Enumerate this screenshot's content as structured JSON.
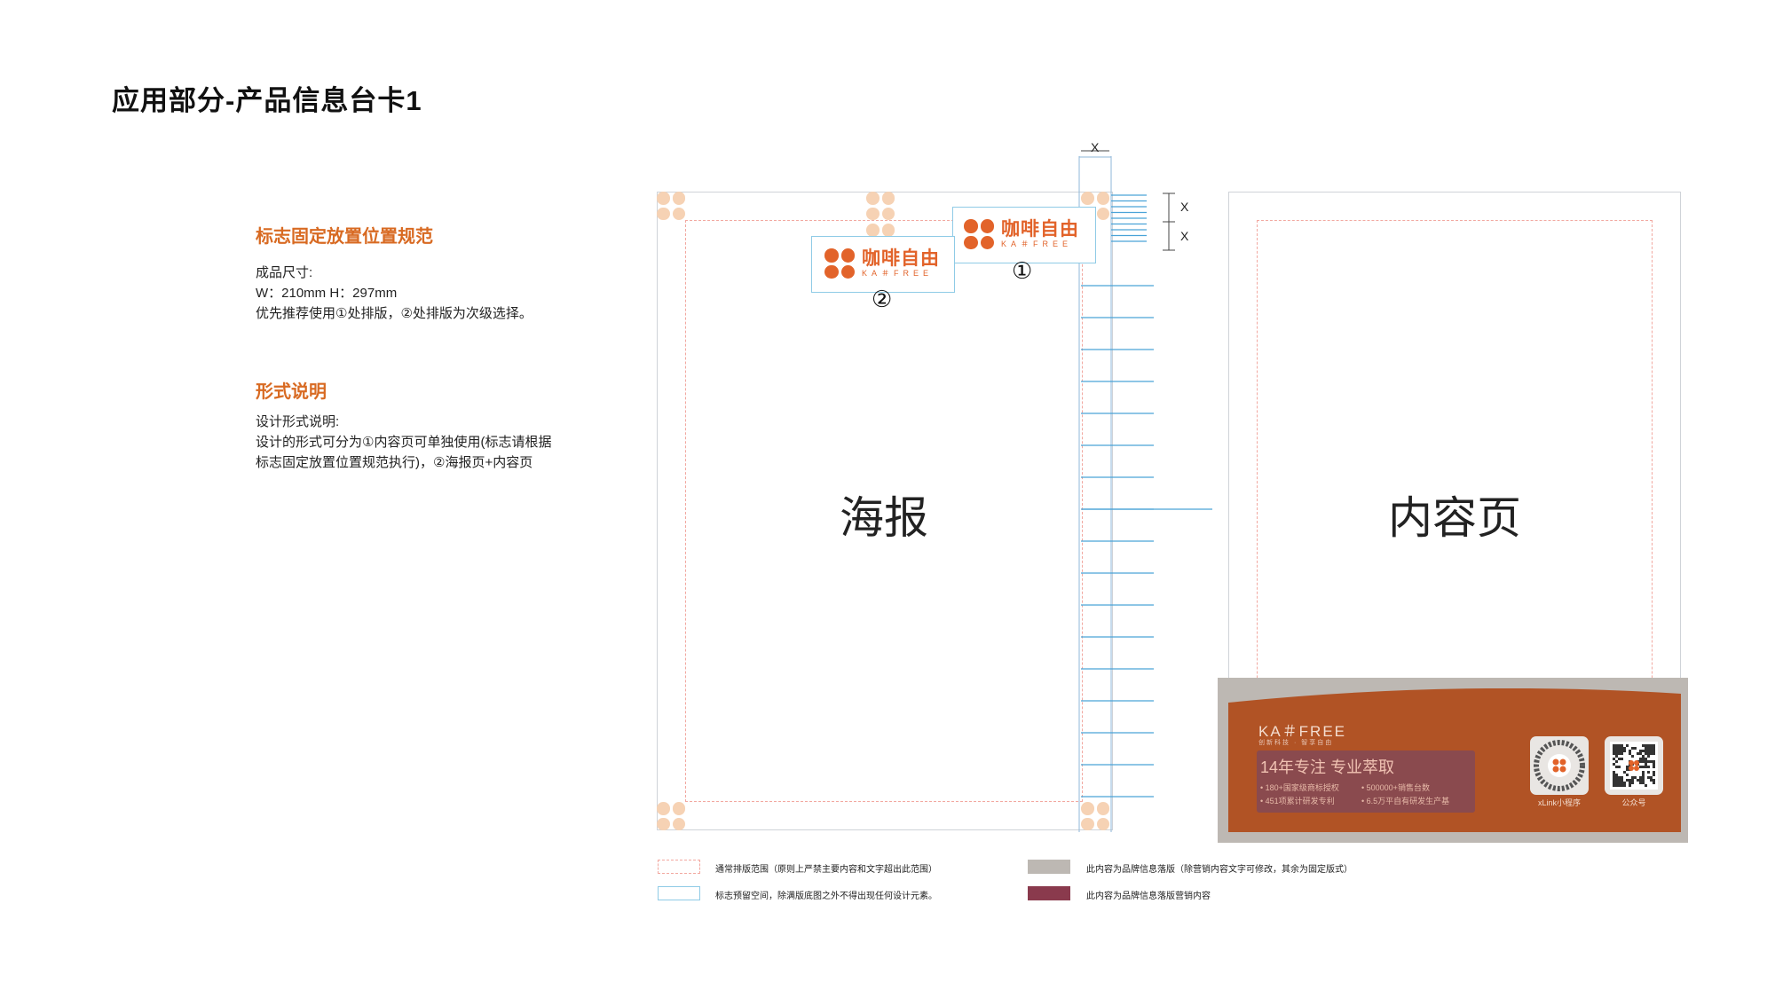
{
  "page": {
    "title": "应用部分-产品信息台卡1"
  },
  "section1": {
    "title": "标志固定放置位置规范",
    "lines": [
      "成品尺寸:",
      "W：210mm    H：297mm",
      "优先推荐使用①处排版，②处排版为次级选择。"
    ]
  },
  "section2": {
    "title": "形式说明",
    "lines": [
      "设计形式说明:",
      "设计的形式可分为①内容页可单独使用(标志请根据",
      "标志固定放置位置规范执行)，②海报页+内容页"
    ]
  },
  "poster": {
    "label": "海报",
    "logo": {
      "cn": "咖啡自由",
      "en": "KA＃FREE"
    },
    "mark1": "①",
    "mark2": "②",
    "x_marks": [
      "X",
      "X",
      "X"
    ]
  },
  "content_page": {
    "label": "内容页",
    "band": {
      "brand": "KA＃FREE",
      "tagline": "创新科技 · 智享自由",
      "headline": "14年专注 专业萃取",
      "bullets": [
        "• 180+国家级商标授权",
        "• 500000+销售台数",
        "• 451项累计研发专利",
        "• 6.5万平自有研发生产基"
      ],
      "qr1_caption": "xLink小程序",
      "qr2_caption": "公众号"
    }
  },
  "legend": {
    "items": [
      {
        "text": "通常排版范围（原则上严禁主要内容和文字超出此范围）",
        "type": "dashed-pink"
      },
      {
        "text": "标志预留空间，除满版底图之外不得出现任何设计元素。",
        "type": "solid-blue"
      },
      {
        "text": "此内容为品牌信息落版（除营销内容文字可修改，其余为固定版式）",
        "type": "fill-gray",
        "color": "#bdb8b3"
      },
      {
        "text": "此内容为品牌信息落版营销内容",
        "type": "fill-maroon",
        "color": "#8a3a4d"
      }
    ]
  },
  "colors": {
    "accent": "#d86a22",
    "logo_orange": "#e2632a",
    "band": "#b15325",
    "safe_line": "#f2a8a0",
    "logo_zone": "#8fcbe6"
  }
}
